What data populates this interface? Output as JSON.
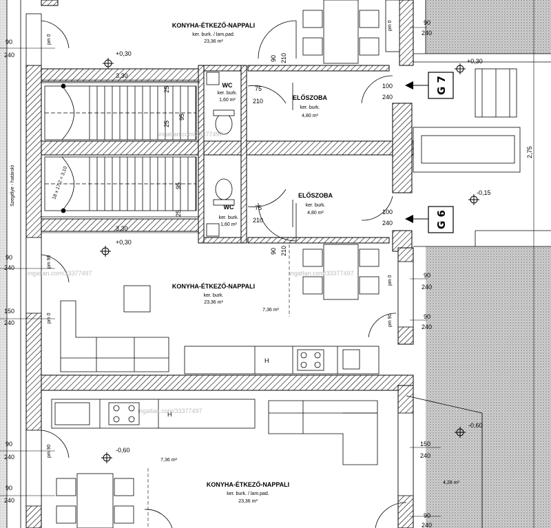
{
  "rooms": {
    "kitchen_top": {
      "name": "KONYHA-ÉTKEZŐ-NAPPALI",
      "finish": "ker. burk. / lam.pad.",
      "area": "23,36 m²"
    },
    "kitchen_mid": {
      "name": "KONYHA-ÉTKEZŐ-NAPPALI",
      "finish": "ker. burk.",
      "area": "23,36 m²"
    },
    "kitchen_bottom": {
      "name": "KONYHA-ÉTKEZŐ-NAPPALI",
      "finish": "ker. burk. / lam.pad.",
      "area": "23,36 m²"
    },
    "wc_top": {
      "name": "WC",
      "finish": "ker. burk.",
      "area": "1,60 m²"
    },
    "wc_bottom": {
      "name": "WC",
      "finish": "ker. burk.",
      "area": "1,60 m²"
    },
    "hall_top": {
      "name": "ELŐSZOBA",
      "finish": "ker. burk.",
      "area": "4,80 m²"
    },
    "hall_bottom": {
      "name": "ELŐSZOBA",
      "finish": "ker. burk.",
      "area": "4,80 m²"
    },
    "area_736_a": "7,36 m²",
    "area_736_b": "7,36 m²",
    "terrace_area": "4,28 m²"
  },
  "levels": {
    "l1": "+0,30",
    "l2": "+0,30",
    "l3": "-0,60",
    "l4": "+0,30",
    "l5": "-0,15",
    "l6": "-0,60"
  },
  "units": {
    "g7": "G 7",
    "g6": "G 6"
  },
  "dims": {
    "d330a": "3,30",
    "d330b": "3,30",
    "d25a": "25",
    "d25b": "25",
    "d25c": "25",
    "d95a": "95",
    "d95b": "95",
    "d75a": "75",
    "d75b": "75",
    "d210a": "210",
    "d210b": "210",
    "d210c": "210",
    "d210d": "210",
    "d90a": "90",
    "d90b": "90",
    "d100a": "100",
    "d240a": "240",
    "d100b": "100",
    "d240b": "240",
    "d275": "2,75",
    "stair": "18 x 17,2 = 3,10",
    "l90a": "90",
    "l240a": "240",
    "l90b": "90",
    "l240b": "240",
    "l150": "150",
    "l240c": "240",
    "l90c": "90",
    "l240d": "240",
    "l90d": "90",
    "l240e": "240",
    "r90a": "90",
    "r240a": "240",
    "r90b": "90",
    "r240b": "240",
    "r90c": "90",
    "r240c": "240",
    "r150": "150",
    "r240d": "240",
    "r90d": "90",
    "r240e": "240",
    "pm": "pm 0",
    "pm90": "pm 90",
    "h": "H"
  },
  "side_label": "Szegélye - határoló",
  "watermark": "ingatlan.com/33377497"
}
